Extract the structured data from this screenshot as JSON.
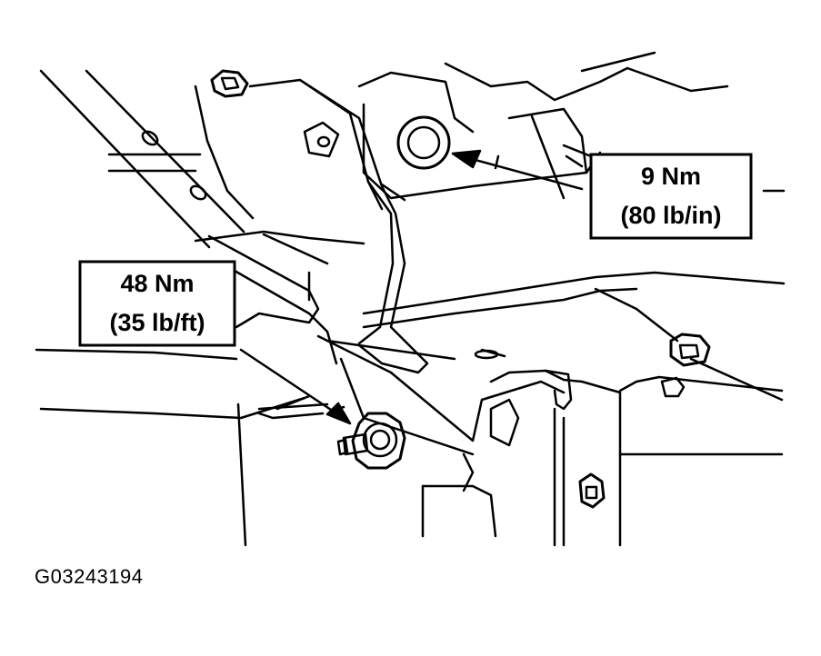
{
  "callouts": {
    "upper_bolt": {
      "torque_metric": "9 Nm",
      "torque_imperial": "(80 lb/in)"
    },
    "lower_nut": {
      "torque_metric": "48 Nm",
      "torque_imperial": "(35 lb/ft)"
    }
  },
  "figure_id": "G03243194",
  "colors": {
    "line": "#000000",
    "background": "#ffffff"
  }
}
